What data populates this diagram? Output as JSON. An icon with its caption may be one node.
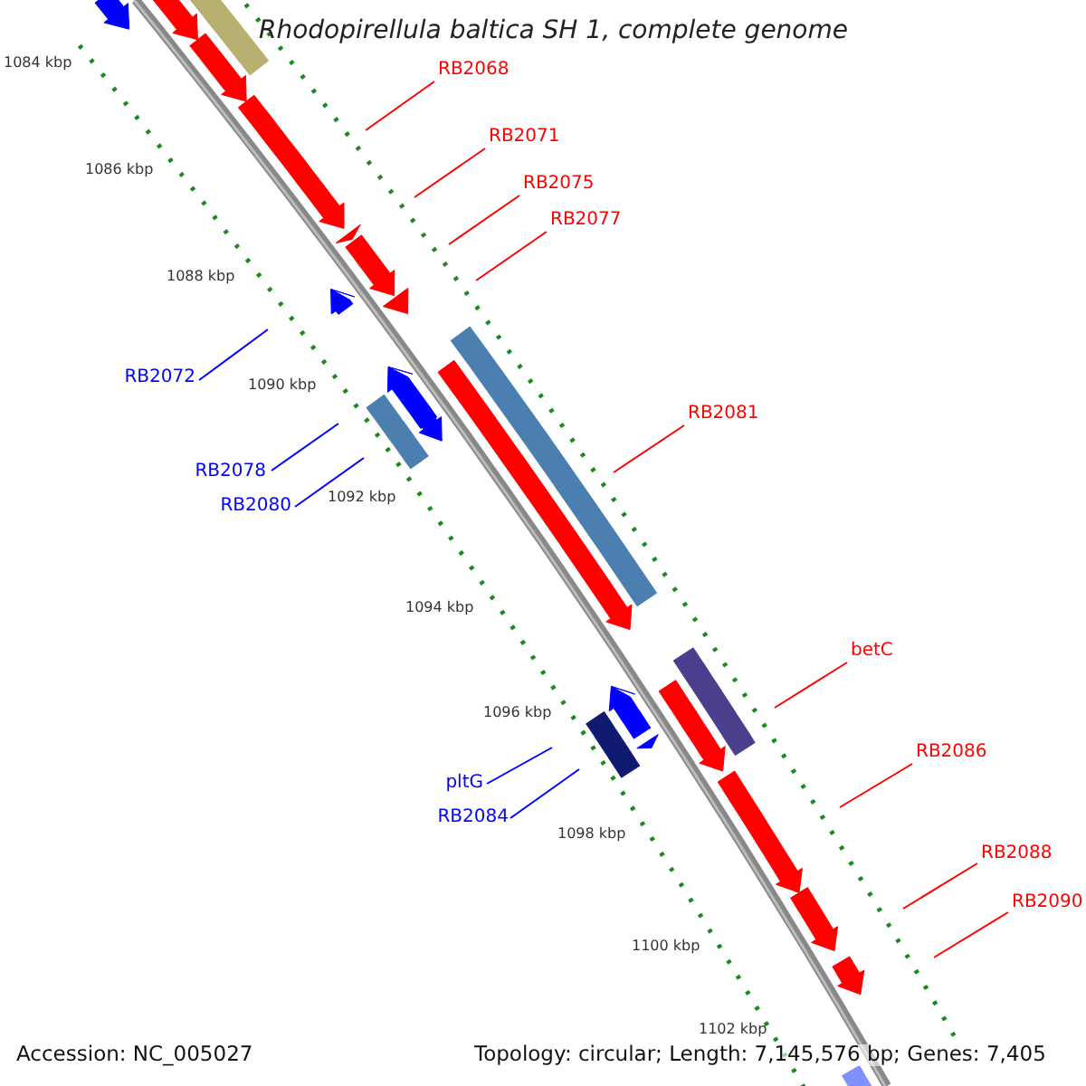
{
  "diagram": {
    "title": "Rhodopirellula baltica SH 1, complete genome",
    "nodes": [
      {
        "text": [
          "RB2068"
        ]
      },
      {
        "text": [
          "RB2071"
        ]
      },
      {
        "text": [
          "RB2075"
        ]
      },
      {
        "text": [
          "RB2077"
        ]
      },
      {
        "text": [
          "RB2072"
        ]
      },
      {
        "text": [
          "RB2078"
        ]
      },
      {
        "text": [
          "RB2080"
        ]
      },
      {
        "text": [
          "RB2081"
        ]
      },
      {
        "text": [
          "betC"
        ]
      },
      {
        "text": [
          "pltG"
        ]
      },
      {
        "text": [
          "RB2084"
        ]
      },
      {
        "text": [
          "RB2086"
        ]
      },
      {
        "text": [
          "RB2088"
        ]
      },
      {
        "text": [
          "RB2090"
        ]
      }
    ],
    "edges": [
      {
        "from": 0,
        "to": null,
        "arrow": "none"
      },
      {
        "from": 1,
        "to": null,
        "arrow": "none"
      },
      {
        "from": 2,
        "to": null,
        "arrow": "none"
      },
      {
        "from": 3,
        "to": null,
        "arrow": "none"
      },
      {
        "from": 4,
        "to": null,
        "arrow": "none",
        "color": "#0000ff"
      },
      {
        "from": 5,
        "to": null,
        "arrow": "none",
        "color": "#0000ff"
      },
      {
        "from": 6,
        "to": null,
        "arrow": "none",
        "color": "#0000ff"
      },
      {
        "from": 7,
        "to": null,
        "arrow": "none"
      },
      {
        "from": 8,
        "to": null,
        "arrow": "none"
      },
      {
        "from": 9,
        "to": null,
        "arrow": "none",
        "color": "#0000ff"
      },
      {
        "from": 10,
        "to": null,
        "arrow": "none",
        "color": "#0000ff"
      },
      {
        "from": 11,
        "to": null,
        "arrow": "none"
      },
      {
        "from": 12,
        "to": null,
        "arrow": "none"
      },
      {
        "from": 13,
        "to": null,
        "arrow": "none"
      }
    ],
    "labels": [
      "1084 kbp",
      "1086 kbp",
      "1088 kbp",
      "1090 kbp",
      "1092 kbp",
      "1094 kbp",
      "1096 kbp",
      "1098 kbp",
      "1100 kbp",
      "1102 kbp",
      "Accession: NC_005027",
      "Topology: circular; Length: 7,145,576 bp; Genes: 7,405"
    ]
  }
}
